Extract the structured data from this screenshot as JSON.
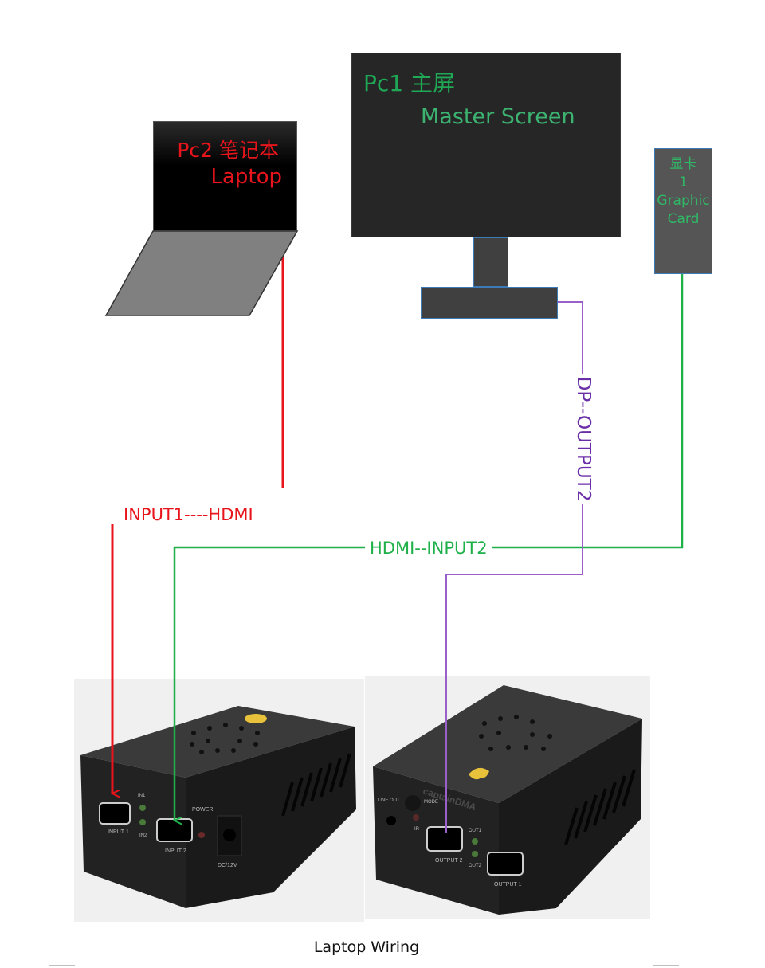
{
  "diagram": {
    "title": "Laptop Wiring",
    "devices": {
      "laptop": {
        "label_line1": "Pc2 笔记本",
        "label_line2": "Laptop"
      },
      "monitor": {
        "label_line1": "Pc1  主屏",
        "label_line2": "Master Screen"
      },
      "graphic_card": {
        "label_line1": "显卡",
        "label_line2": "1",
        "label_line3": "Graphic",
        "label_line4": "Card"
      }
    },
    "connections": [
      {
        "label": "INPUT1----HDMI",
        "from": "laptop",
        "to": "INPUT 1",
        "color": "#e8141c"
      },
      {
        "label": "HDMI--INPUT2",
        "from": "graphic_card",
        "to": "INPUT 2",
        "color": "#1fb04a"
      },
      {
        "label": "DP--OUTPUT2",
        "from": "monitor",
        "to": "OUTPUT 2",
        "color": "#8e4fc4"
      }
    ],
    "hardware": {
      "input_unit": {
        "ports": [
          "INPUT 1",
          "INPUT 2",
          "DC/12V"
        ],
        "leds": [
          "IN1",
          "IN2",
          "POWER"
        ]
      },
      "output_unit": {
        "ports": [
          "LINE OUT",
          "OUTPUT 2",
          "OUTPUT 1"
        ],
        "controls": [
          "MODE",
          "IR"
        ],
        "leds": [
          "OUT1",
          "OUT2"
        ],
        "brand": "captainDMA"
      }
    }
  }
}
